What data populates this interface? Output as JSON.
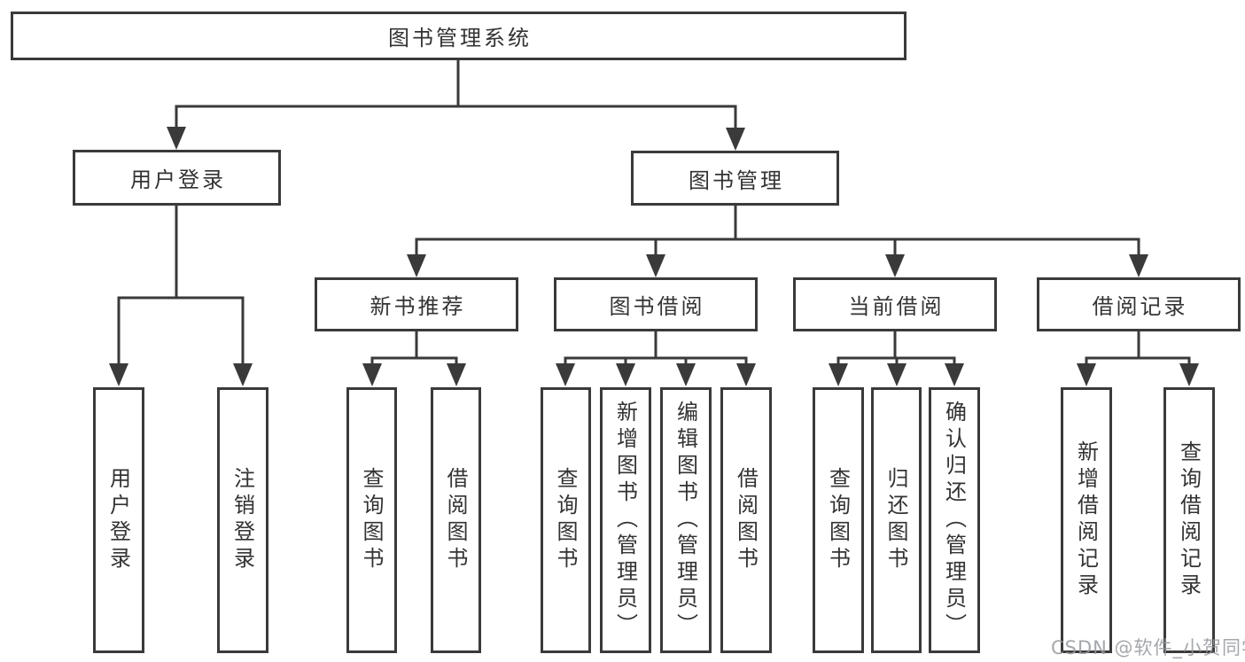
{
  "tree": {
    "root": "图书管理系统",
    "branches": [
      {
        "label": "用户登录",
        "children": [
          "用户登录",
          "注销登录"
        ]
      },
      {
        "label": "图书管理",
        "children": [
          {
            "label": "新书推荐",
            "children": [
              "查询图书",
              "借阅图书"
            ]
          },
          {
            "label": "图书借阅",
            "children": [
              "查询图书",
              "新增图书（管理员）",
              "编辑图书（管理员）",
              "借阅图书"
            ]
          },
          {
            "label": "当前借阅",
            "children": [
              "查询图书",
              "归还图书",
              "确认归还（管理员）"
            ]
          },
          {
            "label": "借阅记录",
            "children": [
              "新增借阅记录",
              "查询借阅记录"
            ]
          }
        ]
      }
    ]
  },
  "watermark": {
    "text": "CSDN @软件_小贺同学"
  },
  "colors": {
    "line": "#3a3a3a",
    "text": "#333333",
    "watermark": "#94989c",
    "background": "#ffffff"
  }
}
